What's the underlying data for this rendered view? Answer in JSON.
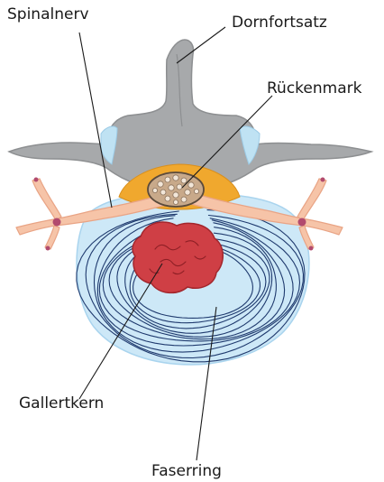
{
  "labels": {
    "spinalnerv": "Spinalnerv",
    "dornfortsatz": "Dornfortsatz",
    "rueckenmark": "Rückenmark",
    "gallertkern": "Gallertkern",
    "faserring": "Faserring"
  },
  "colors": {
    "bone": "#a7a9ab",
    "bone_outline": "#8d8f91",
    "disc": "#cde8f7",
    "disc_lines": "#1f3a6e",
    "nucleus": "#cf3f45",
    "nucleus_outline": "#a3262c",
    "nerve": "#f6c4a8",
    "nerve_outline": "#e9a485",
    "fat": "#f0a82e",
    "cord": "#c8a98a",
    "cord_outline": "#5a4a3c",
    "ganglion": "#b24a6e",
    "joint_cartilage": "#bfe2f3",
    "leader_line": "#1a1a1a"
  }
}
